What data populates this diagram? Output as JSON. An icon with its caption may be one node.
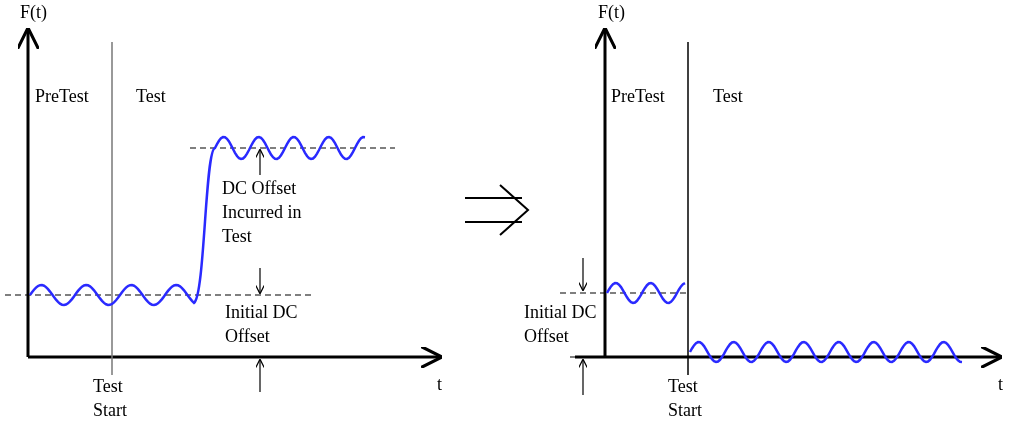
{
  "diagram": {
    "labels": [
      "F(t)",
      "PreTest",
      "Test",
      "DC Offset Incurred in Test",
      "Initial DC Offset",
      "t",
      "Test Start",
      "F(t)",
      "PreTest",
      "Test",
      "Initial DC Offset",
      "Test Start",
      "t"
    ]
  }
}
